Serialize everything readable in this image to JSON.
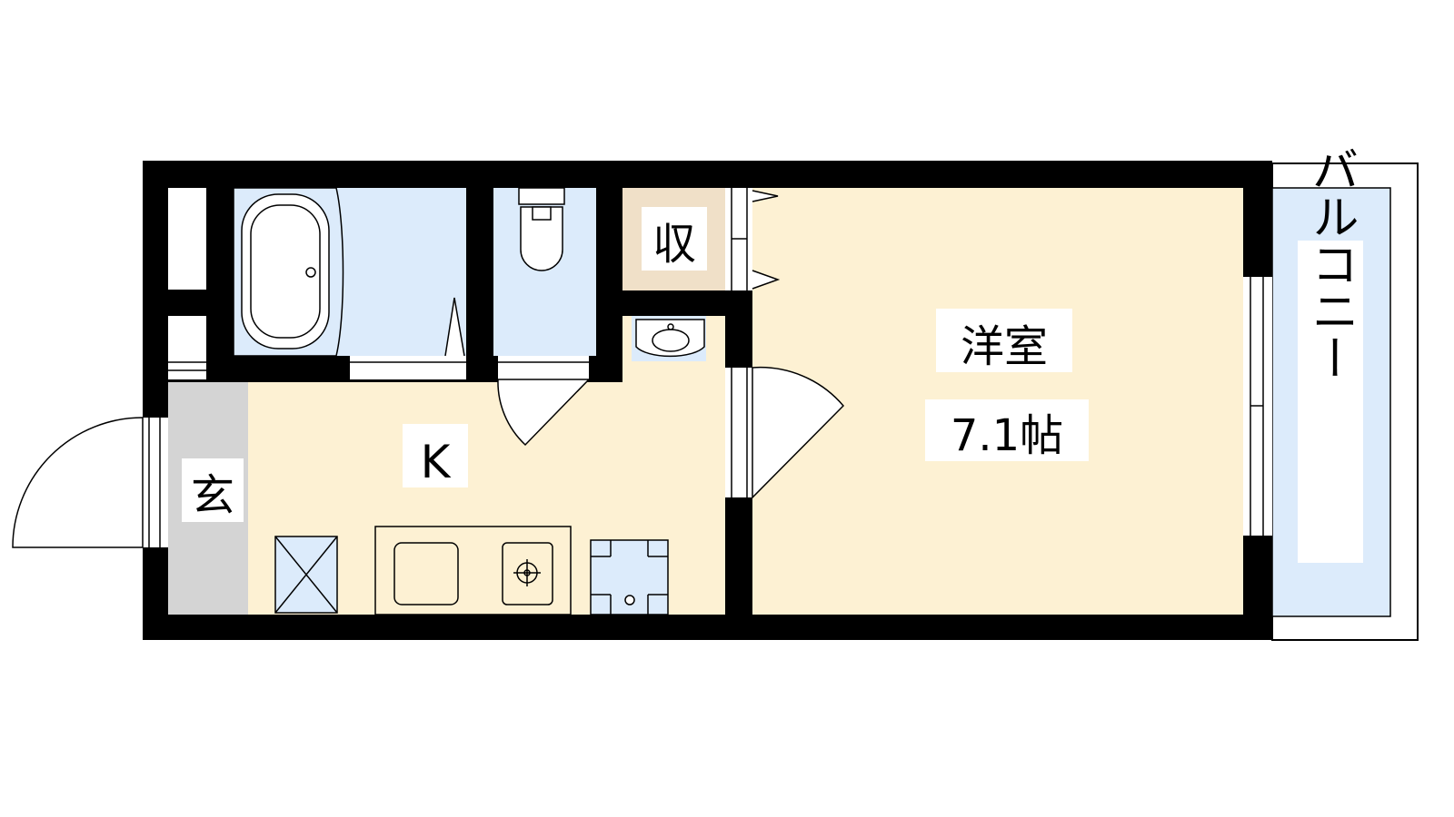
{
  "floorplan": {
    "rooms": {
      "western_room": {
        "label": "洋室",
        "area": "7.1帖"
      },
      "kitchen": {
        "label": "K"
      },
      "entrance": {
        "label": "玄"
      },
      "storage": {
        "label": "収"
      },
      "balcony": {
        "label": "バルコニー"
      }
    },
    "colors": {
      "room_fill": "#fdf1d3",
      "wet_area_fill": "#dcebfb",
      "storage_fill": "#f0e0c8",
      "entrance_fill": "#d4d4d4",
      "wall": "#000000"
    }
  }
}
